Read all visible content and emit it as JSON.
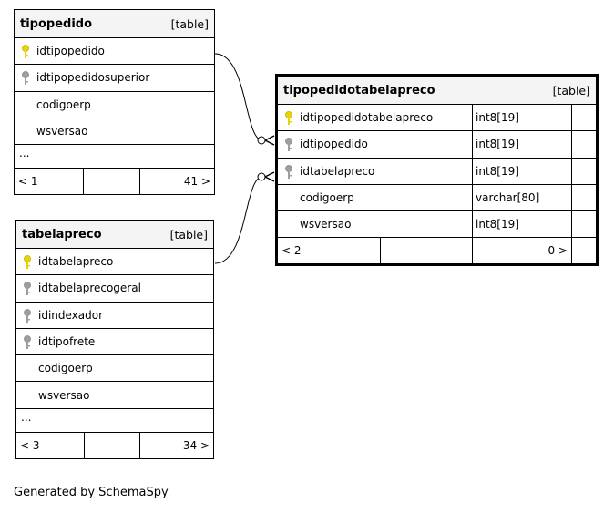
{
  "tables": {
    "tipopedido": {
      "name": "tipopedido",
      "type": "[table]",
      "columns": [
        {
          "name": "idtipopedido",
          "key": "primary"
        },
        {
          "name": "idtipopedidosuperior",
          "key": "foreign"
        },
        {
          "name": "codigoerp",
          "key": "none"
        },
        {
          "name": "wsversao",
          "key": "none"
        }
      ],
      "more": "...",
      "footer": {
        "left": "< 1",
        "right": "41 >"
      }
    },
    "tabelapreco": {
      "name": "tabelapreco",
      "type": "[table]",
      "columns": [
        {
          "name": "idtabelapreco",
          "key": "primary"
        },
        {
          "name": "idtabelaprecogeral",
          "key": "foreign"
        },
        {
          "name": "idindexador",
          "key": "foreign"
        },
        {
          "name": "idtipofrete",
          "key": "foreign"
        },
        {
          "name": "codigoerp",
          "key": "none"
        },
        {
          "name": "wsversao",
          "key": "none"
        }
      ],
      "more": "...",
      "footer": {
        "left": "< 3",
        "right": "34 >"
      }
    },
    "tipopedidotabelapreco": {
      "name": "tipopedidotabelapreco",
      "type": "[table]",
      "columns": [
        {
          "name": "idtipopedidotabelapreco",
          "key": "primary",
          "datatype": "int8[19]"
        },
        {
          "name": "idtipopedido",
          "key": "foreign",
          "datatype": "int8[19]"
        },
        {
          "name": "idtabelapreco",
          "key": "foreign",
          "datatype": "int8[19]"
        },
        {
          "name": "codigoerp",
          "key": "none",
          "datatype": "varchar[80]"
        },
        {
          "name": "wsversao",
          "key": "none",
          "datatype": "int8[19]"
        }
      ],
      "footer": {
        "left": "< 2",
        "right": "0 >"
      }
    }
  },
  "credit": "Generated by SchemaSpy",
  "colors": {
    "primary_key": "#e8d400",
    "foreign_key": "#9e9e9e"
  }
}
